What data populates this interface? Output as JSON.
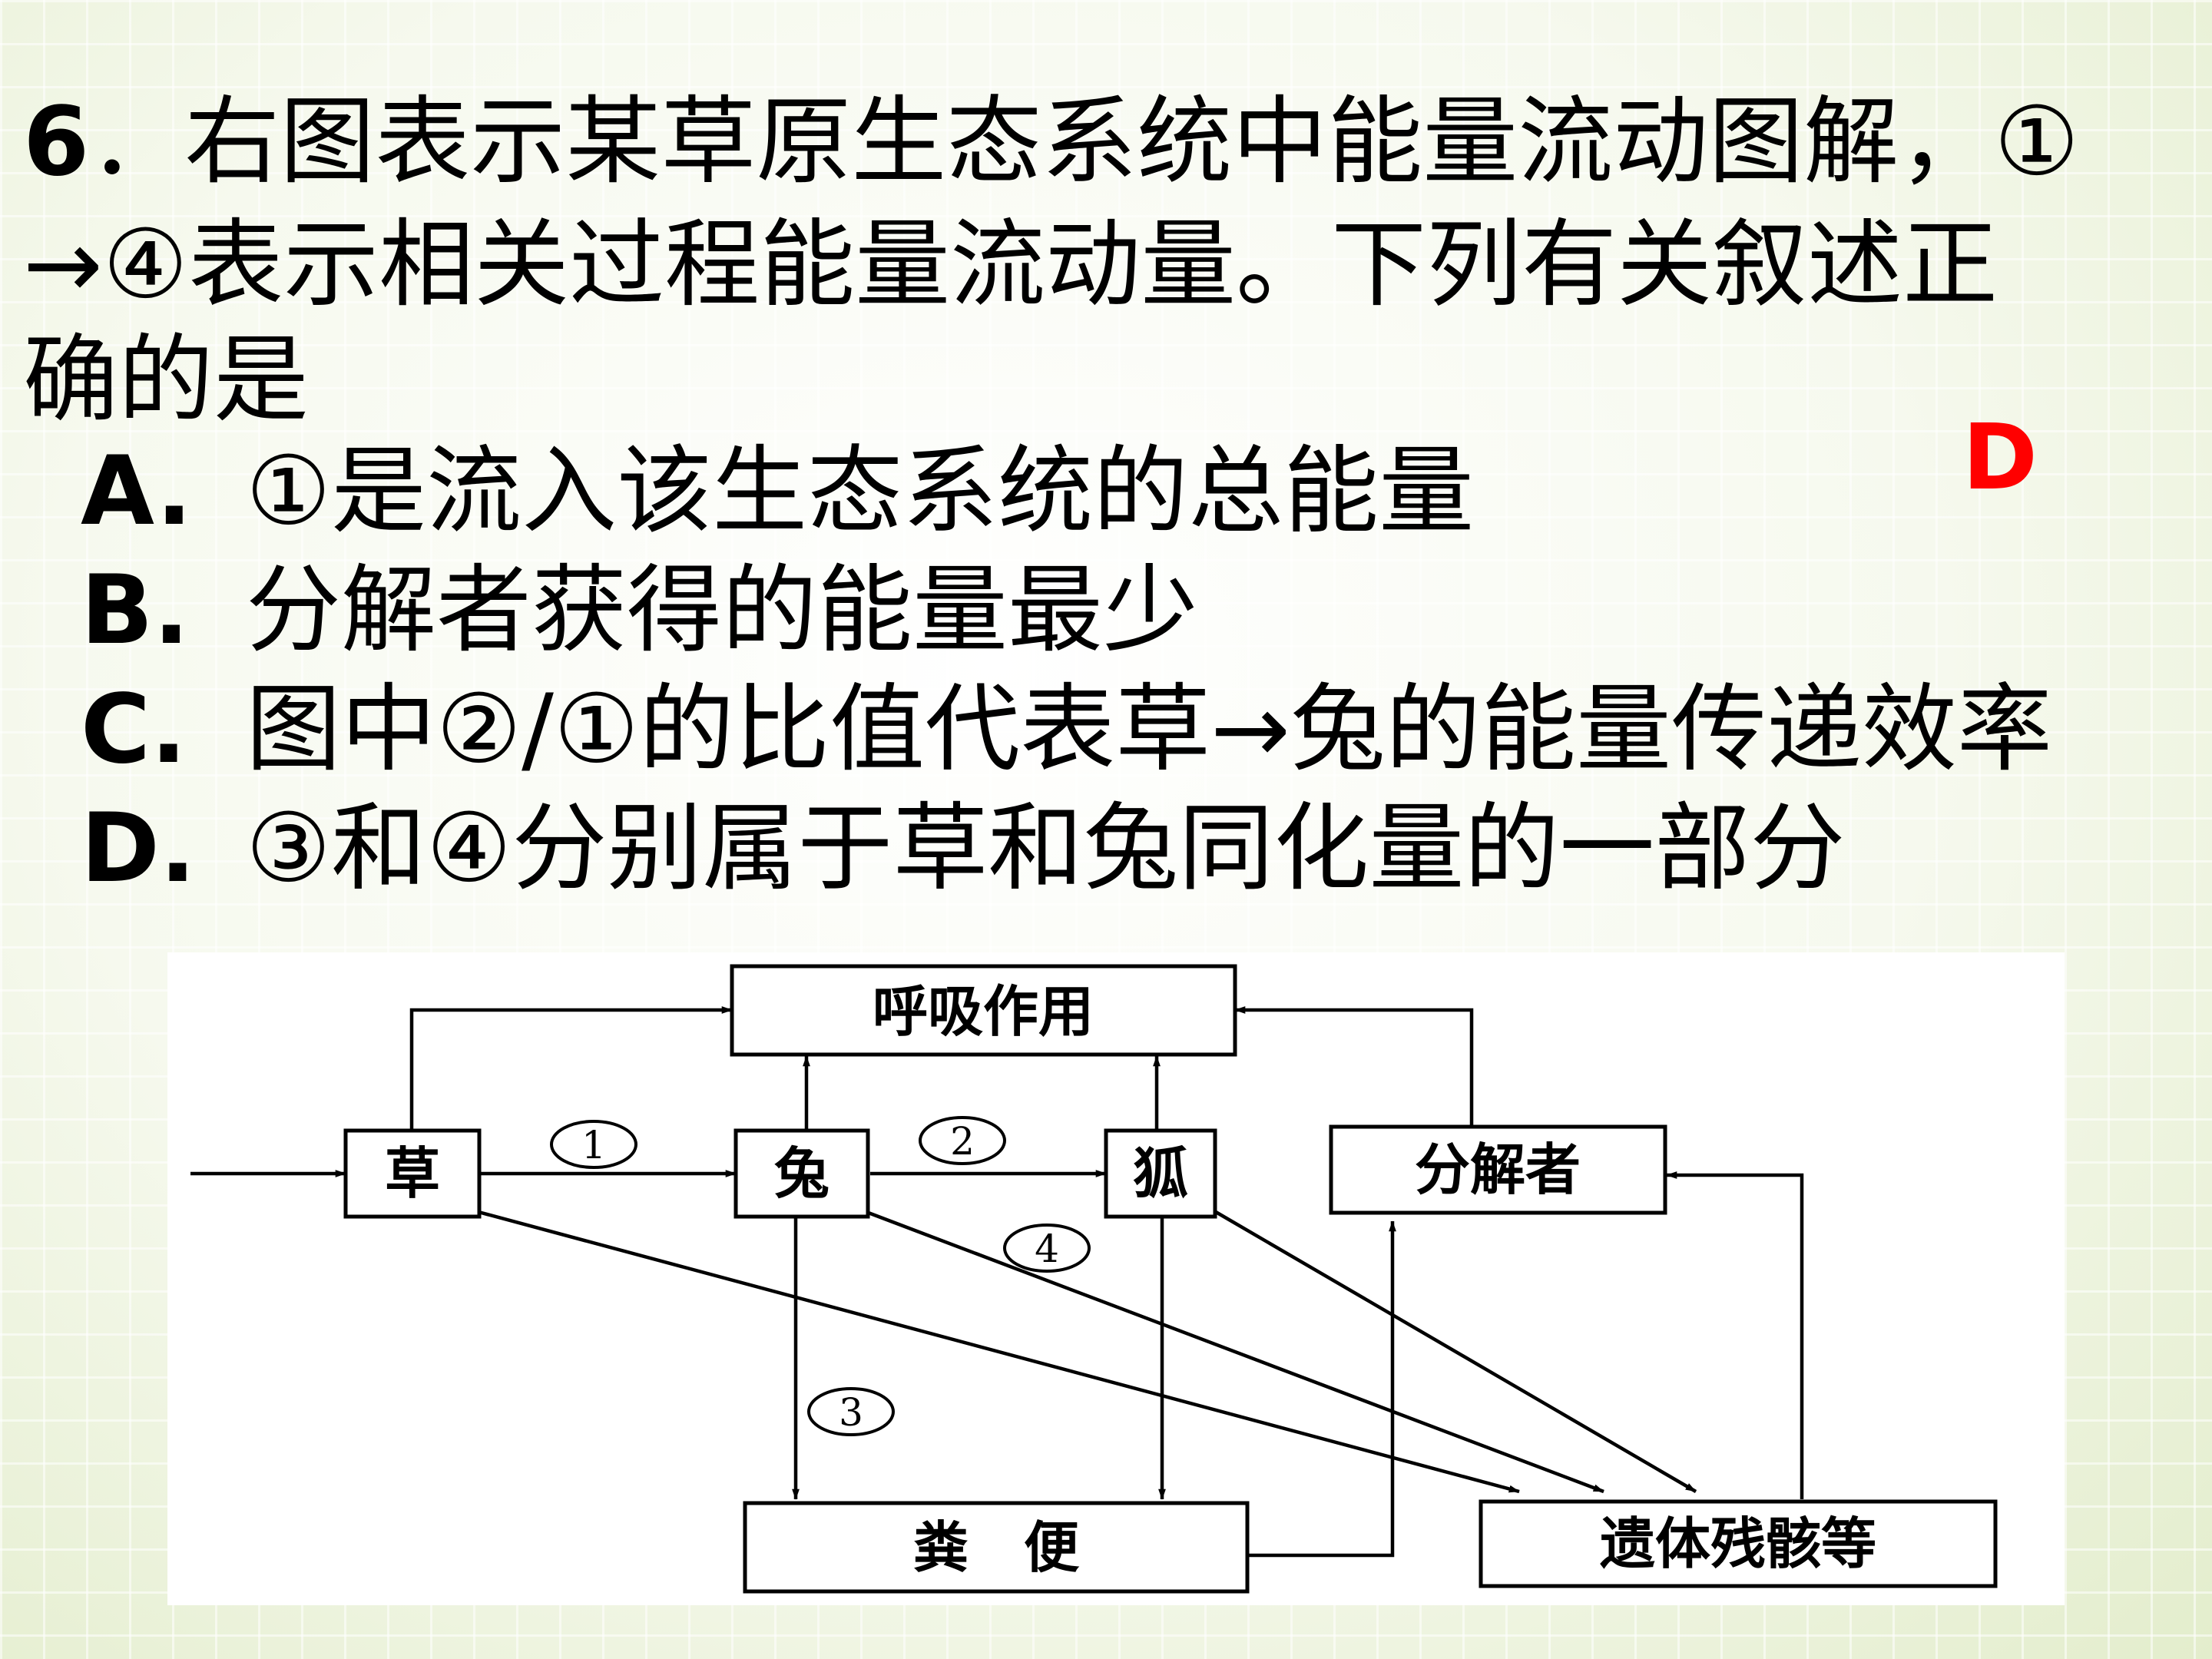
{
  "question": {
    "number": "6",
    "lines": [
      "右图表示某草原生态系统中能量流动图解，①",
      "→④表示相关过程能量流动量。下列有关叙述正",
      "确的是"
    ]
  },
  "options": [
    {
      "letter": "A.",
      "text": "①是流入该生态系统的总能量"
    },
    {
      "letter": "B.",
      "text": "分解者获得的能量最少"
    },
    {
      "letter": "C.",
      "text": "图中②/①的比值代表草→兔的能量传递效率"
    },
    {
      "letter": "D.",
      "text": "③和④分别属于草和兔同化量的一部分"
    }
  ],
  "answer": "D",
  "diagram": {
    "nodes": {
      "respiration": "呼吸作用",
      "grass": "草",
      "rabbit": "兔",
      "fox": "狐",
      "decomposer": "分解者",
      "feces": "粪　便",
      "remains": "遗体残骸等"
    },
    "edge_labels": {
      "e1": "1",
      "e2": "2",
      "e3": "3",
      "e4": "4"
    }
  }
}
